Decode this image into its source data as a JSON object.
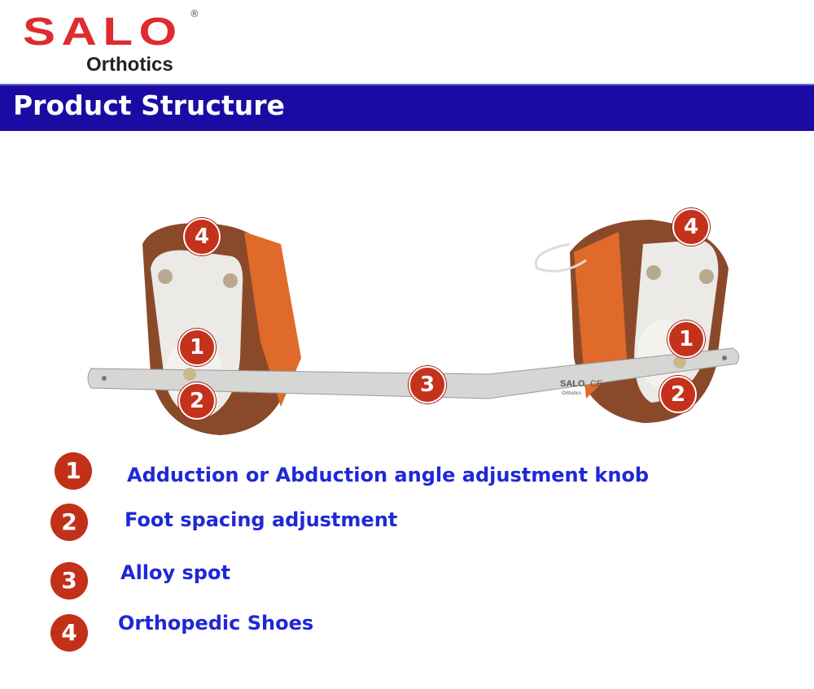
{
  "logo": {
    "brand": "SALO",
    "sub": "Orthotics",
    "reg": "®"
  },
  "banner": {
    "title": "Product Structure"
  },
  "bar_engraving": {
    "brand": "SALO",
    "sub": "Orthotics",
    "mark": "CE"
  },
  "callouts": [
    "1",
    "2",
    "3",
    "4"
  ],
  "legend": [
    {
      "num": "1",
      "text": "Adduction or Abduction angle adjustment knob"
    },
    {
      "num": "2",
      "text": "Foot spacing adjustment"
    },
    {
      "num": "3",
      "text": "Alloy spot"
    },
    {
      "num": "4",
      "text": "Orthopedic Shoes"
    }
  ],
  "colors": {
    "banner": "#1a0ca3",
    "badge": "#c4321c",
    "legend_text": "#1f28d6",
    "logo": "#e02a2e"
  }
}
